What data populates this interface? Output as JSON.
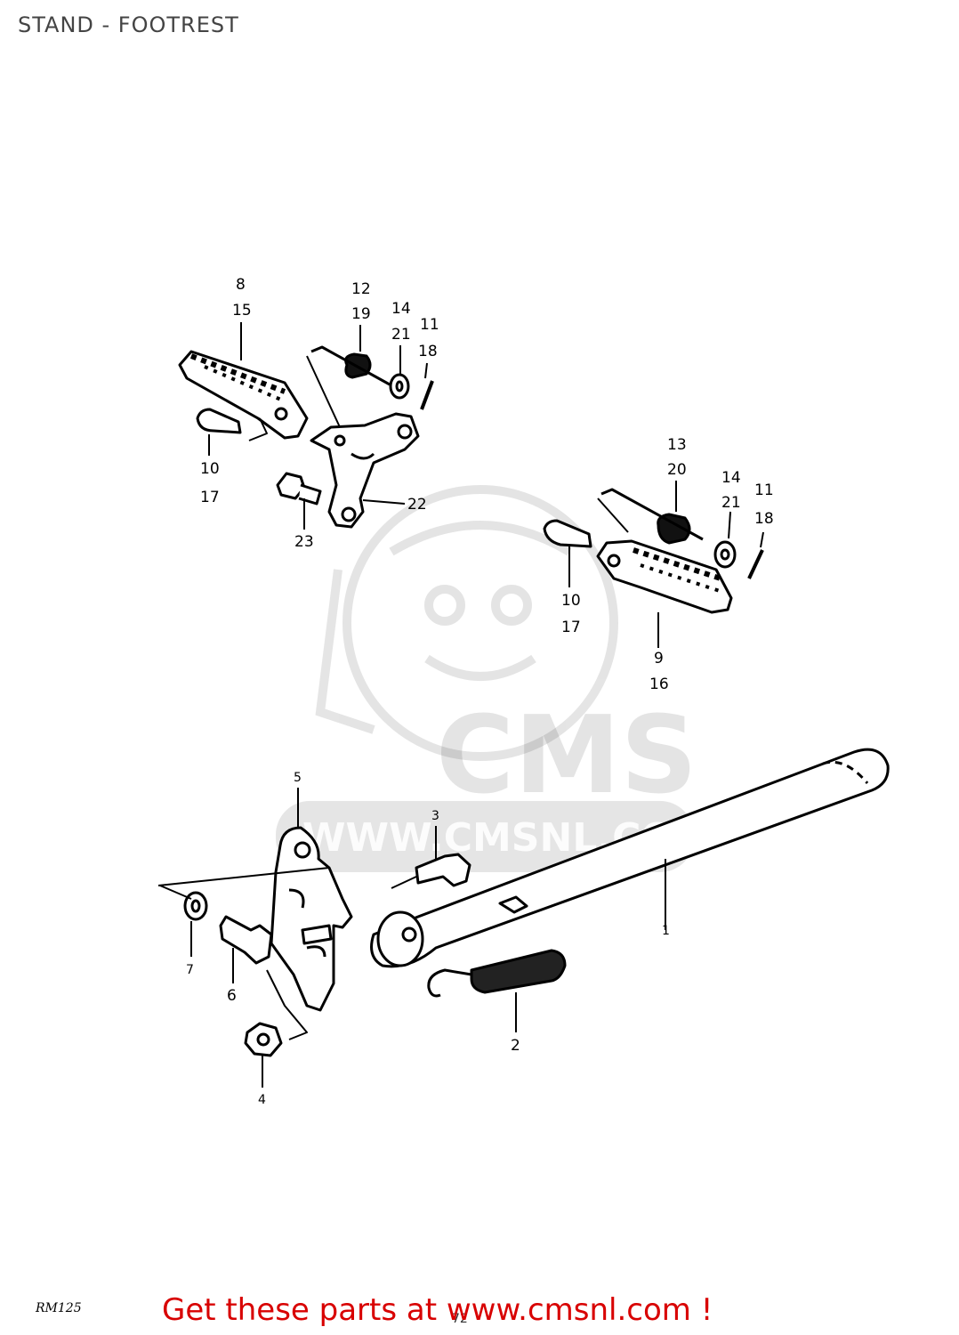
{
  "header": {
    "title": "STAND - FOOTREST"
  },
  "watermark": {
    "logo_text": "CMS",
    "url_text": "WWW.CMSNL.COM"
  },
  "callouts": {
    "c8_15": [
      "8",
      "15"
    ],
    "c12_19": [
      "12",
      "19"
    ],
    "c14_21_a": [
      "14",
      "21"
    ],
    "c11_18_a": [
      "11",
      "18"
    ],
    "c10_17_a": [
      "10",
      "17"
    ],
    "c22": "22",
    "c23": "23",
    "c13_20": [
      "13",
      "20"
    ],
    "c14_21_b": [
      "14",
      "21"
    ],
    "c11_18_b": [
      "11",
      "18"
    ],
    "c10_17_b": [
      "10",
      "17"
    ],
    "c9_16": [
      "9",
      "16"
    ],
    "c5": "5",
    "c3": "3",
    "c1": "1",
    "c7": "7",
    "c6": "6",
    "c2": "2",
    "c4": "4"
  },
  "footer": {
    "model_code": "RM125",
    "page_number": "72",
    "cta": "Get these parts at www.cmsnl.com !"
  }
}
